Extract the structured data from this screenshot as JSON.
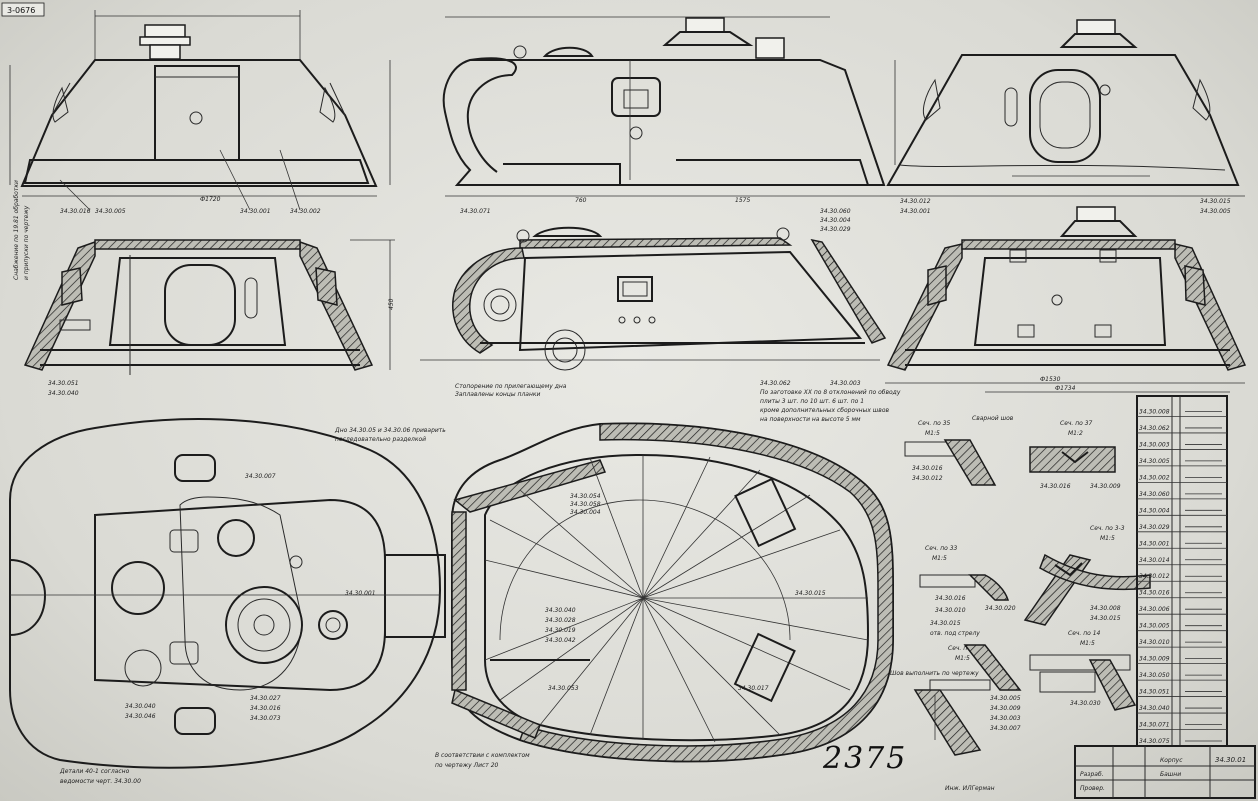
{
  "sheet": {
    "corner_code": "3-0676",
    "sheet_number": "2375",
    "stamp_number": "34.30.01"
  },
  "colors": {
    "paper": "#e6e6e0",
    "ink": "#1c1c1c",
    "shadow": "#c9c9c2"
  },
  "part_labels": [
    "34.30.008",
    "34.30.062",
    "34.30.003",
    "34.30.005",
    "34.30.002",
    "34.30.060",
    "34.30.004",
    "34.30.029",
    "34.30.001",
    "34.30.014",
    "34.30.012",
    "34.30.016",
    "34.30.006",
    "34.30.005",
    "34.30.010",
    "34.30.009",
    "34.30.050",
    "34.30.051",
    "34.30.040",
    "34.30.071",
    "34.30.075"
  ],
  "section_labels": [
    "Сеч. по 35",
    "Сеч. по 37",
    "Сеч. по 33",
    "Сеч. по 3-3",
    "Сеч. по 9-11",
    "Сеч. по 14"
  ],
  "scale_labels": [
    "M1:5",
    "M1:2",
    "M1:5",
    "M1:5",
    "M1:5"
  ]
}
